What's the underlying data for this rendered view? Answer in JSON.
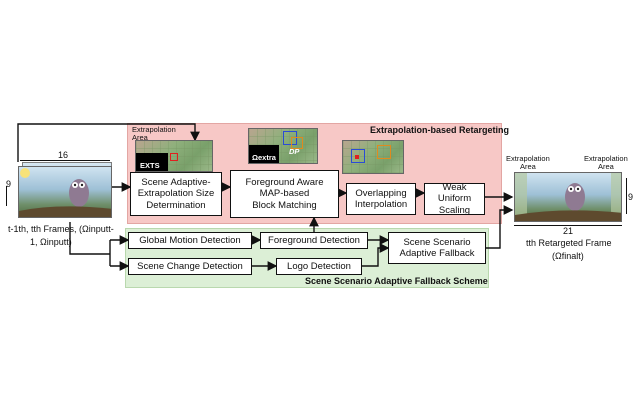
{
  "panels": {
    "retargeting_title": "Extrapolation-based Retargeting",
    "fallback_title": "Scene Scenario Adaptive Fallback Scheme"
  },
  "blocks": {
    "size_determination": "Scene Adaptive-\nExtrapolation Size\nDetermination",
    "block_matching": "Foreground Aware\nMAP-based\nBlock Matching",
    "interpolation": "Overlapping\nInterpolation",
    "scaling": "Weak Uniform\nScaling",
    "global_motion": "Global Motion Detection",
    "foreground_detection": "Foreground Detection",
    "scene_change": "Scene Change Detection",
    "logo_detection": "Logo Detection",
    "fallback": "Scene Scenario\nAdaptive Fallback"
  },
  "input": {
    "width_label": "16",
    "height_label": "9",
    "caption_line1": "t-1th, tth Frames, (Ωinputt-",
    "caption_line2": "1, Ωinputt)"
  },
  "output": {
    "extrap_left": "Extrapolation\nArea",
    "extrap_right": "Extrapolation\nArea",
    "width_label": "21",
    "height_label": "9",
    "caption_line1": "tth Retargeted Frame",
    "caption_line2": "(Ωfinalt)"
  },
  "insets": {
    "extrap_area": "Extrapolation\nArea",
    "ext_label": "EXTS",
    "omega_extra": "Ωextra",
    "dp": "DP"
  },
  "colors": {
    "retargeting_panel": "#f7c8c6",
    "fallback_panel": "#dcefd6",
    "arrow": "#111111",
    "highlight_blue": "#2a4bd6",
    "highlight_orange": "#e08a1e",
    "highlight_red": "#e02020"
  }
}
